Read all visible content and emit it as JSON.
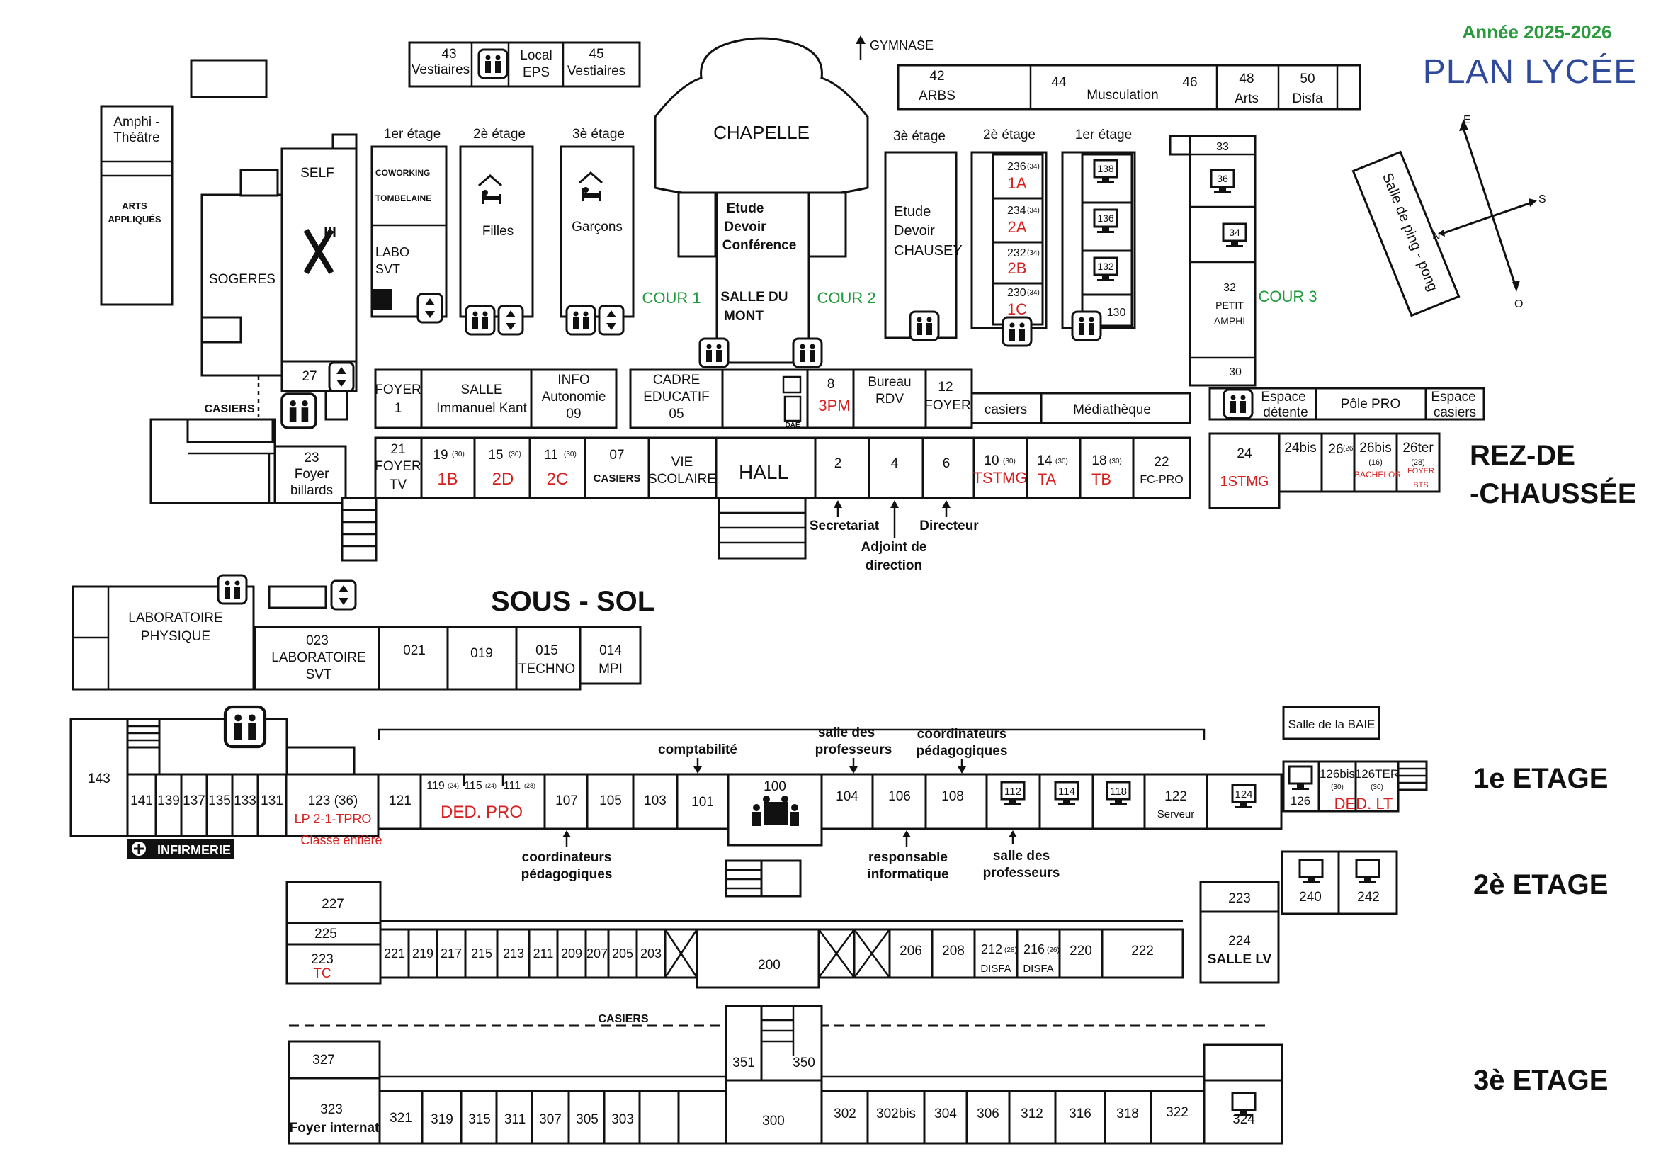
{
  "header": {
    "year": "Année 2025-2026",
    "title": "PLAN LYCÉE"
  },
  "floor_labels": {
    "rdc_line1": "REZ-DE",
    "rdc_line2": "-CHAUSSÉE",
    "sous_sol": "SOUS - SOL",
    "etage1": "1e ETAGE",
    "etage2": "2è ETAGE",
    "etage3": "3è ETAGE"
  },
  "courtyards": {
    "cour1": "COUR 1",
    "cour2": "COUR 2",
    "cour3": "COUR 3"
  },
  "compass": {
    "e": "E",
    "s": "S",
    "n": "N",
    "o": "O"
  },
  "misc": {
    "gymnase": "GYMNASE",
    "chapelle": "CHAPELLE",
    "ping_pong": "Salle de ping - pong",
    "etage1_a": "1er étage",
    "etage2_a": "2è étage",
    "etage3_a": "3è étage",
    "etage3_b": "3è étage",
    "etage2_b": "2è étage",
    "etage1_b": "1er étage",
    "casiers_left": "CASIERS",
    "casiers_3": "CASIERS",
    "infirmerie": "INFIRMERIE"
  },
  "top": {
    "v43": "43",
    "v43b": "Vestiaires",
    "local": "Local",
    "local_b": "EPS",
    "v45": "45",
    "v45b": "Vestiaires",
    "r42": "42",
    "r42b": "ARBS",
    "r44": "44",
    "musc": "Musculation",
    "r46": "46",
    "r48": "48",
    "r48b": "Arts",
    "r50": "50",
    "r50b": "Disfa"
  },
  "left": {
    "amphi1": "Amphi -",
    "amphi2": "Théâtre",
    "arts1": "ARTS",
    "arts2": "APPLIQUÉS",
    "self": "SELF",
    "sogeres": "SOGERES",
    "r27": "27",
    "r23": "23",
    "r23b": "Foyer",
    "r23c": "billards",
    "coworking": "COWORKING",
    "tombelaine": "TOMBELAINE",
    "labo1": "LABO",
    "labo2": "SVT",
    "filles": "Filles",
    "garcons": "Garçons"
  },
  "center": {
    "etude1": "Etude",
    "etude2": "Devoir",
    "etude3": "Conférence",
    "salle1": "SALLE DU",
    "salle2": "MONT",
    "chausey1": "Etude",
    "chausey2": "Devoir",
    "chausey3": "CHAUSEY",
    "r236": "236",
    "r236c": "(34)",
    "r236r": "1A",
    "r234": "234",
    "r234c": "(34)",
    "r234r": "2A",
    "r232": "232",
    "r232c": "(34)",
    "r232r": "2B",
    "r230": "230",
    "r230c": "(34)",
    "r230r": "1C",
    "r138": "138",
    "r136": "136",
    "r132": "132",
    "r130": "130",
    "r33": "33",
    "r36": "36",
    "r34": "34",
    "r32": "32",
    "r32b": "PETIT",
    "r32c": "AMPHI",
    "r30": "30"
  },
  "rdc_row1": {
    "foyer1a": "FOYER",
    "foyer1b": "1",
    "kant1": "SALLE",
    "kant2": "Immanuel Kant",
    "info1": "INFO",
    "info2": "Autonomie",
    "info3": "09",
    "cadre1": "CADRE",
    "cadre2": "EDUCATIF",
    "cadre3": "05",
    "dae": "DAE",
    "r8": "8",
    "r8r": "3PM",
    "bureau1": "Bureau",
    "bureau2": "RDV",
    "f12a": "12",
    "f12b": "FOYER",
    "casiers": "casiers",
    "media": "Médiathèque",
    "espace1": "Espace",
    "espace2": "détente",
    "pole": "Pôle PRO",
    "espc1": "Espace",
    "espc2": "casiers"
  },
  "rdc_row2": {
    "r21": "21",
    "r21b": "FOYER",
    "r21c": "TV",
    "r19": "19",
    "r19c": "(30)",
    "r19r": "1B",
    "r15": "15",
    "r15c": "(30)",
    "r15r": "2D",
    "r11": "11",
    "r11c": "(30)",
    "r11r": "2C",
    "r07": "07",
    "r07b": "CASIERS",
    "vie1": "VIE",
    "vie2": "SCOLAIRE",
    "hall": "HALL",
    "r2": "2",
    "r4": "4",
    "r6": "6",
    "r10": "10",
    "r10c": "(30)",
    "r10r": "TSTMG",
    "r14": "14",
    "r14c": "(30)",
    "r14r": "TA",
    "r18": "18",
    "r18c": "(30)",
    "r18r": "TB",
    "r22": "22",
    "r22b": "FC-PRO",
    "r24": "24",
    "r24r": "1STMG",
    "r24bis": "24bis",
    "r26": "26",
    "r26c": "(26)",
    "r26bis": "26bis",
    "r26bisc": "(16)",
    "r26bisr": "BACHELOR",
    "r26ter": "26ter",
    "r26terc": "(28)",
    "r26terr": "FOYER",
    "r26terr2": "BTS",
    "secr": "Secretariat",
    "adj1": "Adjoint de",
    "adj2": "direction",
    "dir": "Directeur"
  },
  "sous_sol": {
    "lab1": "LABORATOIRE",
    "lab2": "PHYSIQUE",
    "r023": "023",
    "r023b": "LABORATOIRE",
    "r023c": "SVT",
    "r021": "021",
    "r019": "019",
    "r015": "015",
    "r015b": "TECHNO",
    "r014": "014",
    "r014b": "MPI"
  },
  "etage1": {
    "r143": "143",
    "r141": "141",
    "r139": "139",
    "r137": "137",
    "r135": "135",
    "r133": "133",
    "r131": "131",
    "r123": "123 (36)",
    "r123r1": "LP 2-1-TPRO",
    "r123r2": "Classe entière",
    "r121": "121",
    "r119": "119",
    "r119c": "(24)",
    "r115": "115",
    "r115c": "(24)",
    "r111": "111",
    "r111c": "(28)",
    "dedpro": "DED. PRO",
    "r107": "107",
    "r105": "105",
    "r103": "103",
    "r101": "101",
    "r100": "100",
    "r104": "104",
    "r106": "106",
    "r108": "108",
    "r112": "112",
    "r114": "114",
    "r118": "118",
    "r122": "122",
    "r122b": "Serveur",
    "r124": "124",
    "baie": "Salle de la BAIE",
    "r126": "126",
    "r126bis": "126bis",
    "r126bisc": "(30)",
    "r126ter": "126TER",
    "r126terc": "(30)",
    "dedlt": "DED. LT",
    "compta": "comptabilité",
    "sdp1": "salle des",
    "sdp2": "professeurs",
    "coord1": "coordinateurs",
    "coord2": "pédagogiques",
    "coordb1": "coordinateurs",
    "coordb2": "pédagogiques",
    "resp1": "responsable",
    "resp2": "informatique",
    "sdpb1": "salle des",
    "sdpb2": "professeurs"
  },
  "etage2": {
    "r227": "227",
    "r225": "225",
    "r223a": "223",
    "r223ar": "TC",
    "r221": "221",
    "r219": "219",
    "r217": "217",
    "r215": "215",
    "r213": "213",
    "r211": "211",
    "r209": "209",
    "r207": "207",
    "r205": "205",
    "r203": "203",
    "r200": "200",
    "r206": "206",
    "r208": "208",
    "r212": "212",
    "r212c": "(28)",
    "r212b": "DISFA",
    "r216": "216",
    "r216c": "(26)",
    "r216b": "DISFA",
    "r220": "220",
    "r222": "222",
    "r223b": "223",
    "r224": "224",
    "r224b": "SALLE LV",
    "r240": "240",
    "r242": "242"
  },
  "etage3": {
    "r327": "327",
    "r323": "323",
    "r323b": "Foyer internat",
    "r321": "321",
    "r319": "319",
    "r315": "315",
    "r311": "311",
    "r307": "307",
    "r305": "305",
    "r303": "303",
    "r351": "351",
    "r350": "350",
    "r300": "300",
    "r302": "302",
    "r302bis": "302bis",
    "r304": "304",
    "r306": "306",
    "r312": "312",
    "r316": "316",
    "r318": "318",
    "r322": "322",
    "r324": "324"
  }
}
